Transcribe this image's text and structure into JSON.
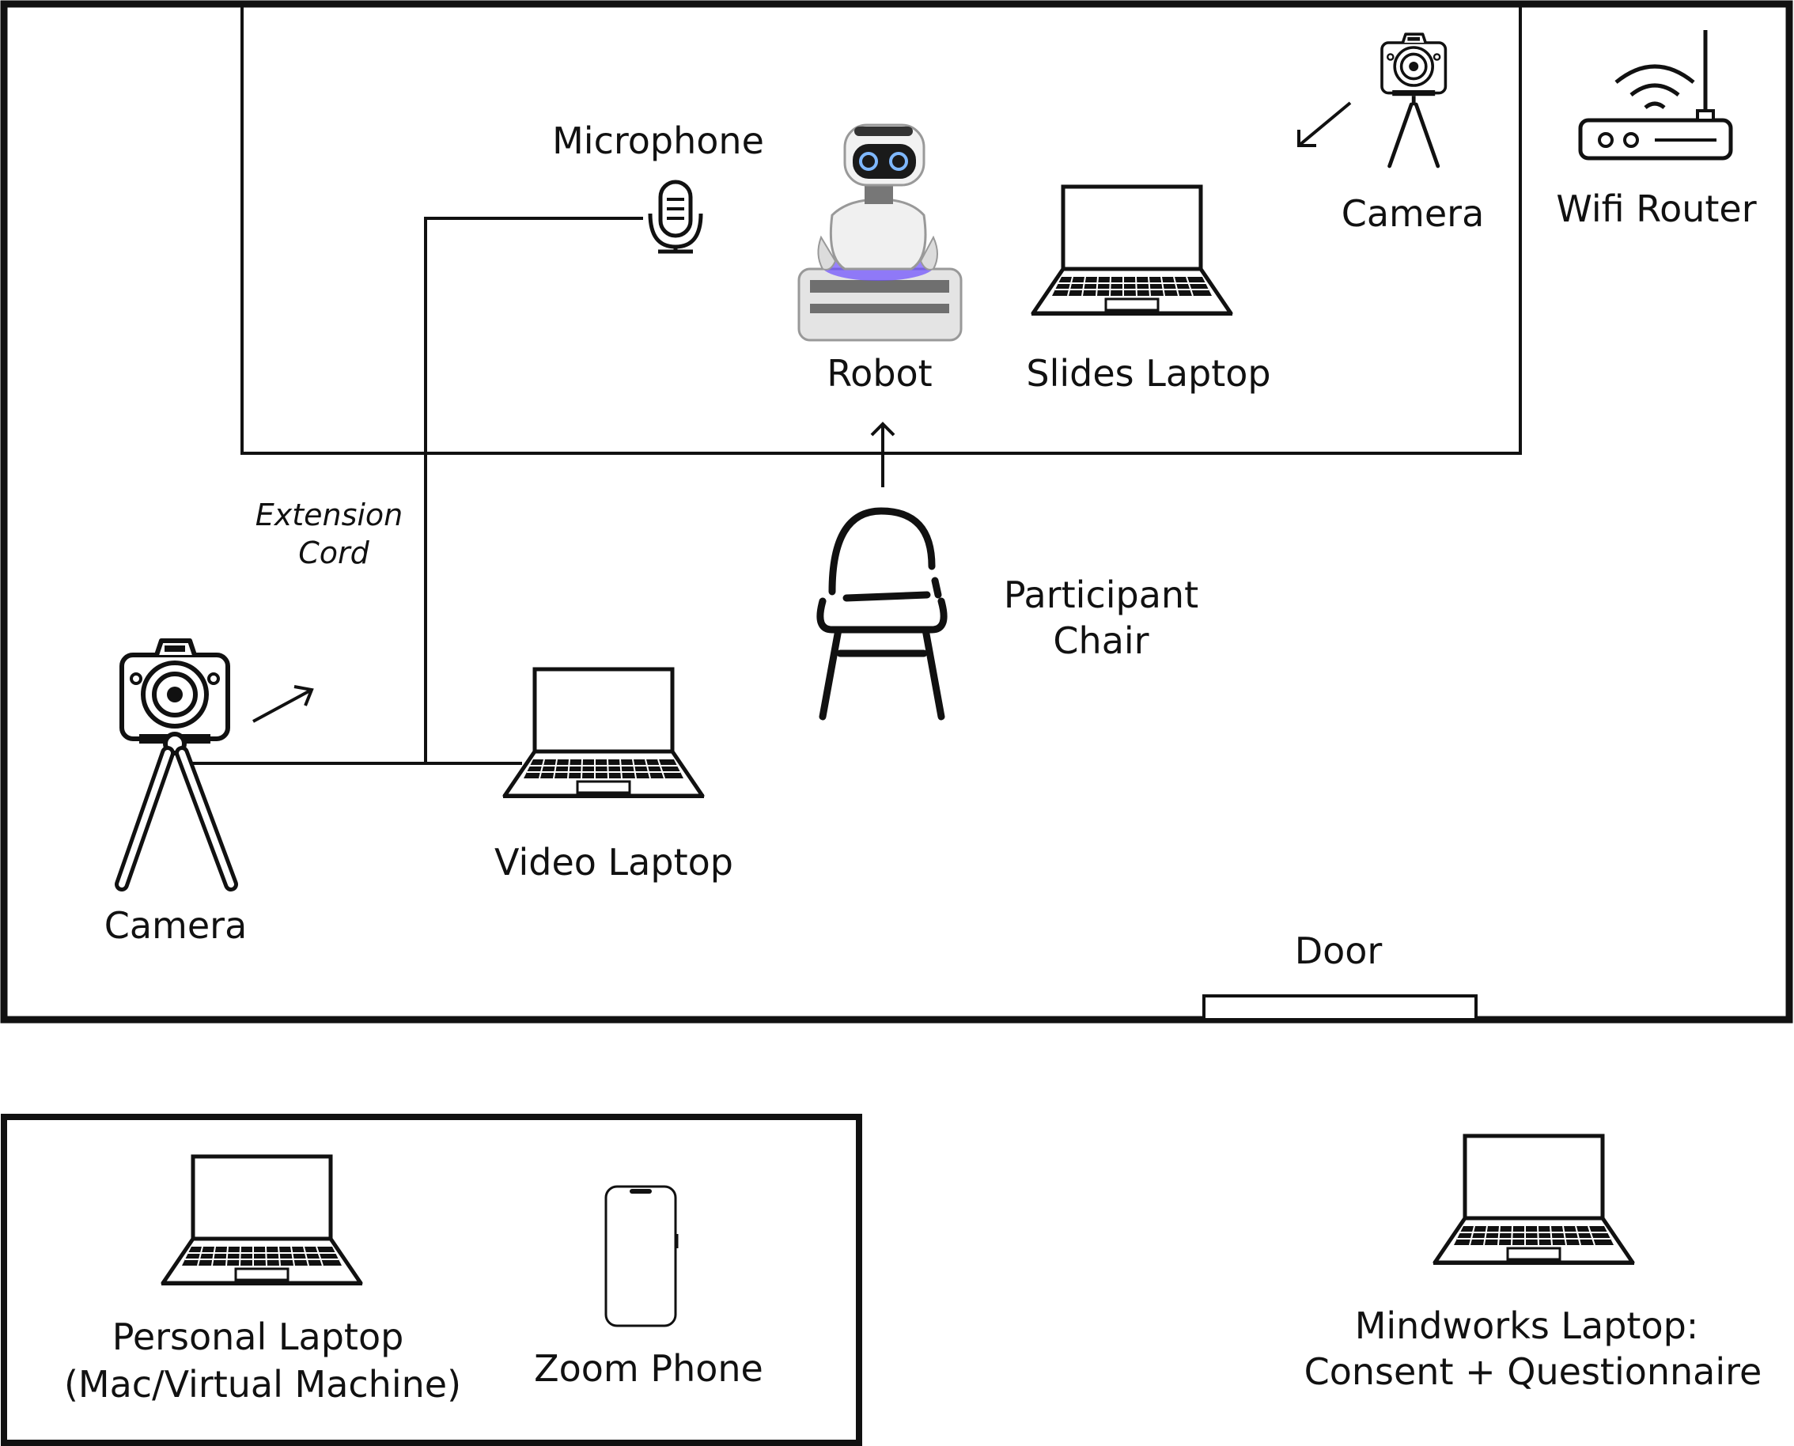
{
  "labels": {
    "microphone": "Microphone",
    "robot": "Robot",
    "slides_laptop": "Slides Laptop",
    "camera_top": "Camera",
    "wifi_router": "Wifi Router",
    "extension_cord_line1": "Extension",
    "extension_cord_line2": "Cord",
    "participant_chair_line1": "Participant",
    "participant_chair_line2": "Chair",
    "camera_left": "Camera",
    "video_laptop": "Video Laptop",
    "door": "Door",
    "personal_laptop_line1": "Personal Laptop",
    "personal_laptop_line2": "(Mac/Virtual Machine)",
    "zoom_phone": "Zoom Phone",
    "mindworks_laptop_line1": "Mindworks Laptop:",
    "mindworks_laptop_line2": "Consent + Questionnaire"
  },
  "icons": {
    "microphone": "microphone-icon",
    "robot": "robot-icon",
    "laptop": "laptop-icon",
    "camera": "camera-tripod-icon",
    "router": "wifi-router-icon",
    "chair": "chair-icon",
    "phone": "phone-icon"
  },
  "colors": {
    "line": "#111111",
    "background": "#ffffff",
    "robot_glow": "#6b4cff"
  }
}
